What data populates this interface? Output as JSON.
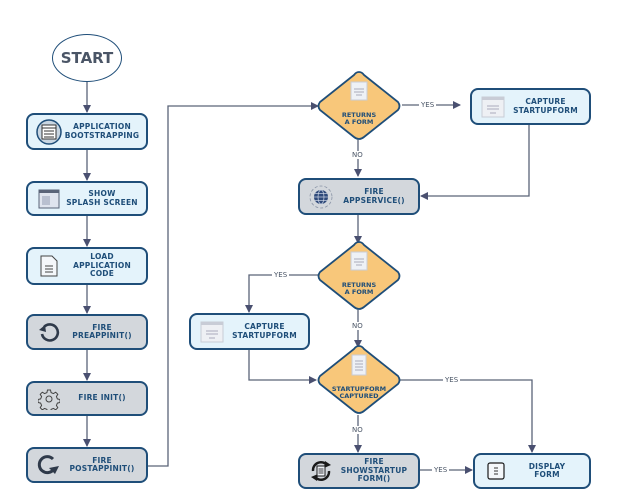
{
  "start": {
    "label": "START"
  },
  "nodes": {
    "bootstrapping": {
      "lines": [
        "APPLICATION",
        "BOOTSTRAPPING"
      ],
      "icon": "browser-window-icon"
    },
    "splash": {
      "lines": [
        "SHOW",
        "SPLASH SCREEN"
      ],
      "icon": "splash-window-icon"
    },
    "load_code": {
      "lines": [
        "LOAD",
        "APPLICATION",
        "CODE"
      ],
      "icon": "document-icon"
    },
    "preappinit": {
      "lines": [
        "FIRE",
        "PREAPPINIT()"
      ],
      "icon": "rotate-icon"
    },
    "init": {
      "lines": [
        "FIRE INIT()"
      ],
      "icon": "gear-icon"
    },
    "postappinit": {
      "lines": [
        "FIRE",
        "POSTAPPINIT()"
      ],
      "icon": "refresh-icon"
    },
    "capture1": {
      "lines": [
        "CAPTURE",
        "STARTUPFORM"
      ],
      "icon": "form-icon"
    },
    "appservice": {
      "lines": [
        "FIRE",
        "APPSERVICE()"
      ],
      "icon": "globe-icon"
    },
    "capture2": {
      "lines": [
        "CAPTURE",
        "STARTUPFORM"
      ],
      "icon": "form-icon"
    },
    "showstartup": {
      "lines": [
        "FIRE",
        "SHOWSTARTUP",
        "FORM()"
      ],
      "icon": "sync-document-icon"
    },
    "display": {
      "lines": [
        "DISPLAY",
        "FORM"
      ],
      "icon": "list-icon"
    }
  },
  "decisions": {
    "returns1": {
      "lines": [
        "RETURNS",
        "A FORM"
      ]
    },
    "returns2": {
      "lines": [
        "RETURNS",
        "A FORM"
      ]
    },
    "captured": {
      "lines": [
        "STARTUPFORM",
        "CAPTURED"
      ]
    }
  },
  "edge_labels": {
    "returns1_yes": "YES",
    "returns1_no": "NO",
    "returns2_yes": "YES",
    "returns2_no": "NO",
    "captured_yes": "YES",
    "captured_no": "NO",
    "showstartup_yes": "YES"
  },
  "colors": {
    "border": "#1f4e79",
    "blue_fill": "#e4f3fb",
    "gray_fill": "#d3d7dc",
    "decision_fill": "#f8c77a",
    "connector": "#5a6478"
  }
}
